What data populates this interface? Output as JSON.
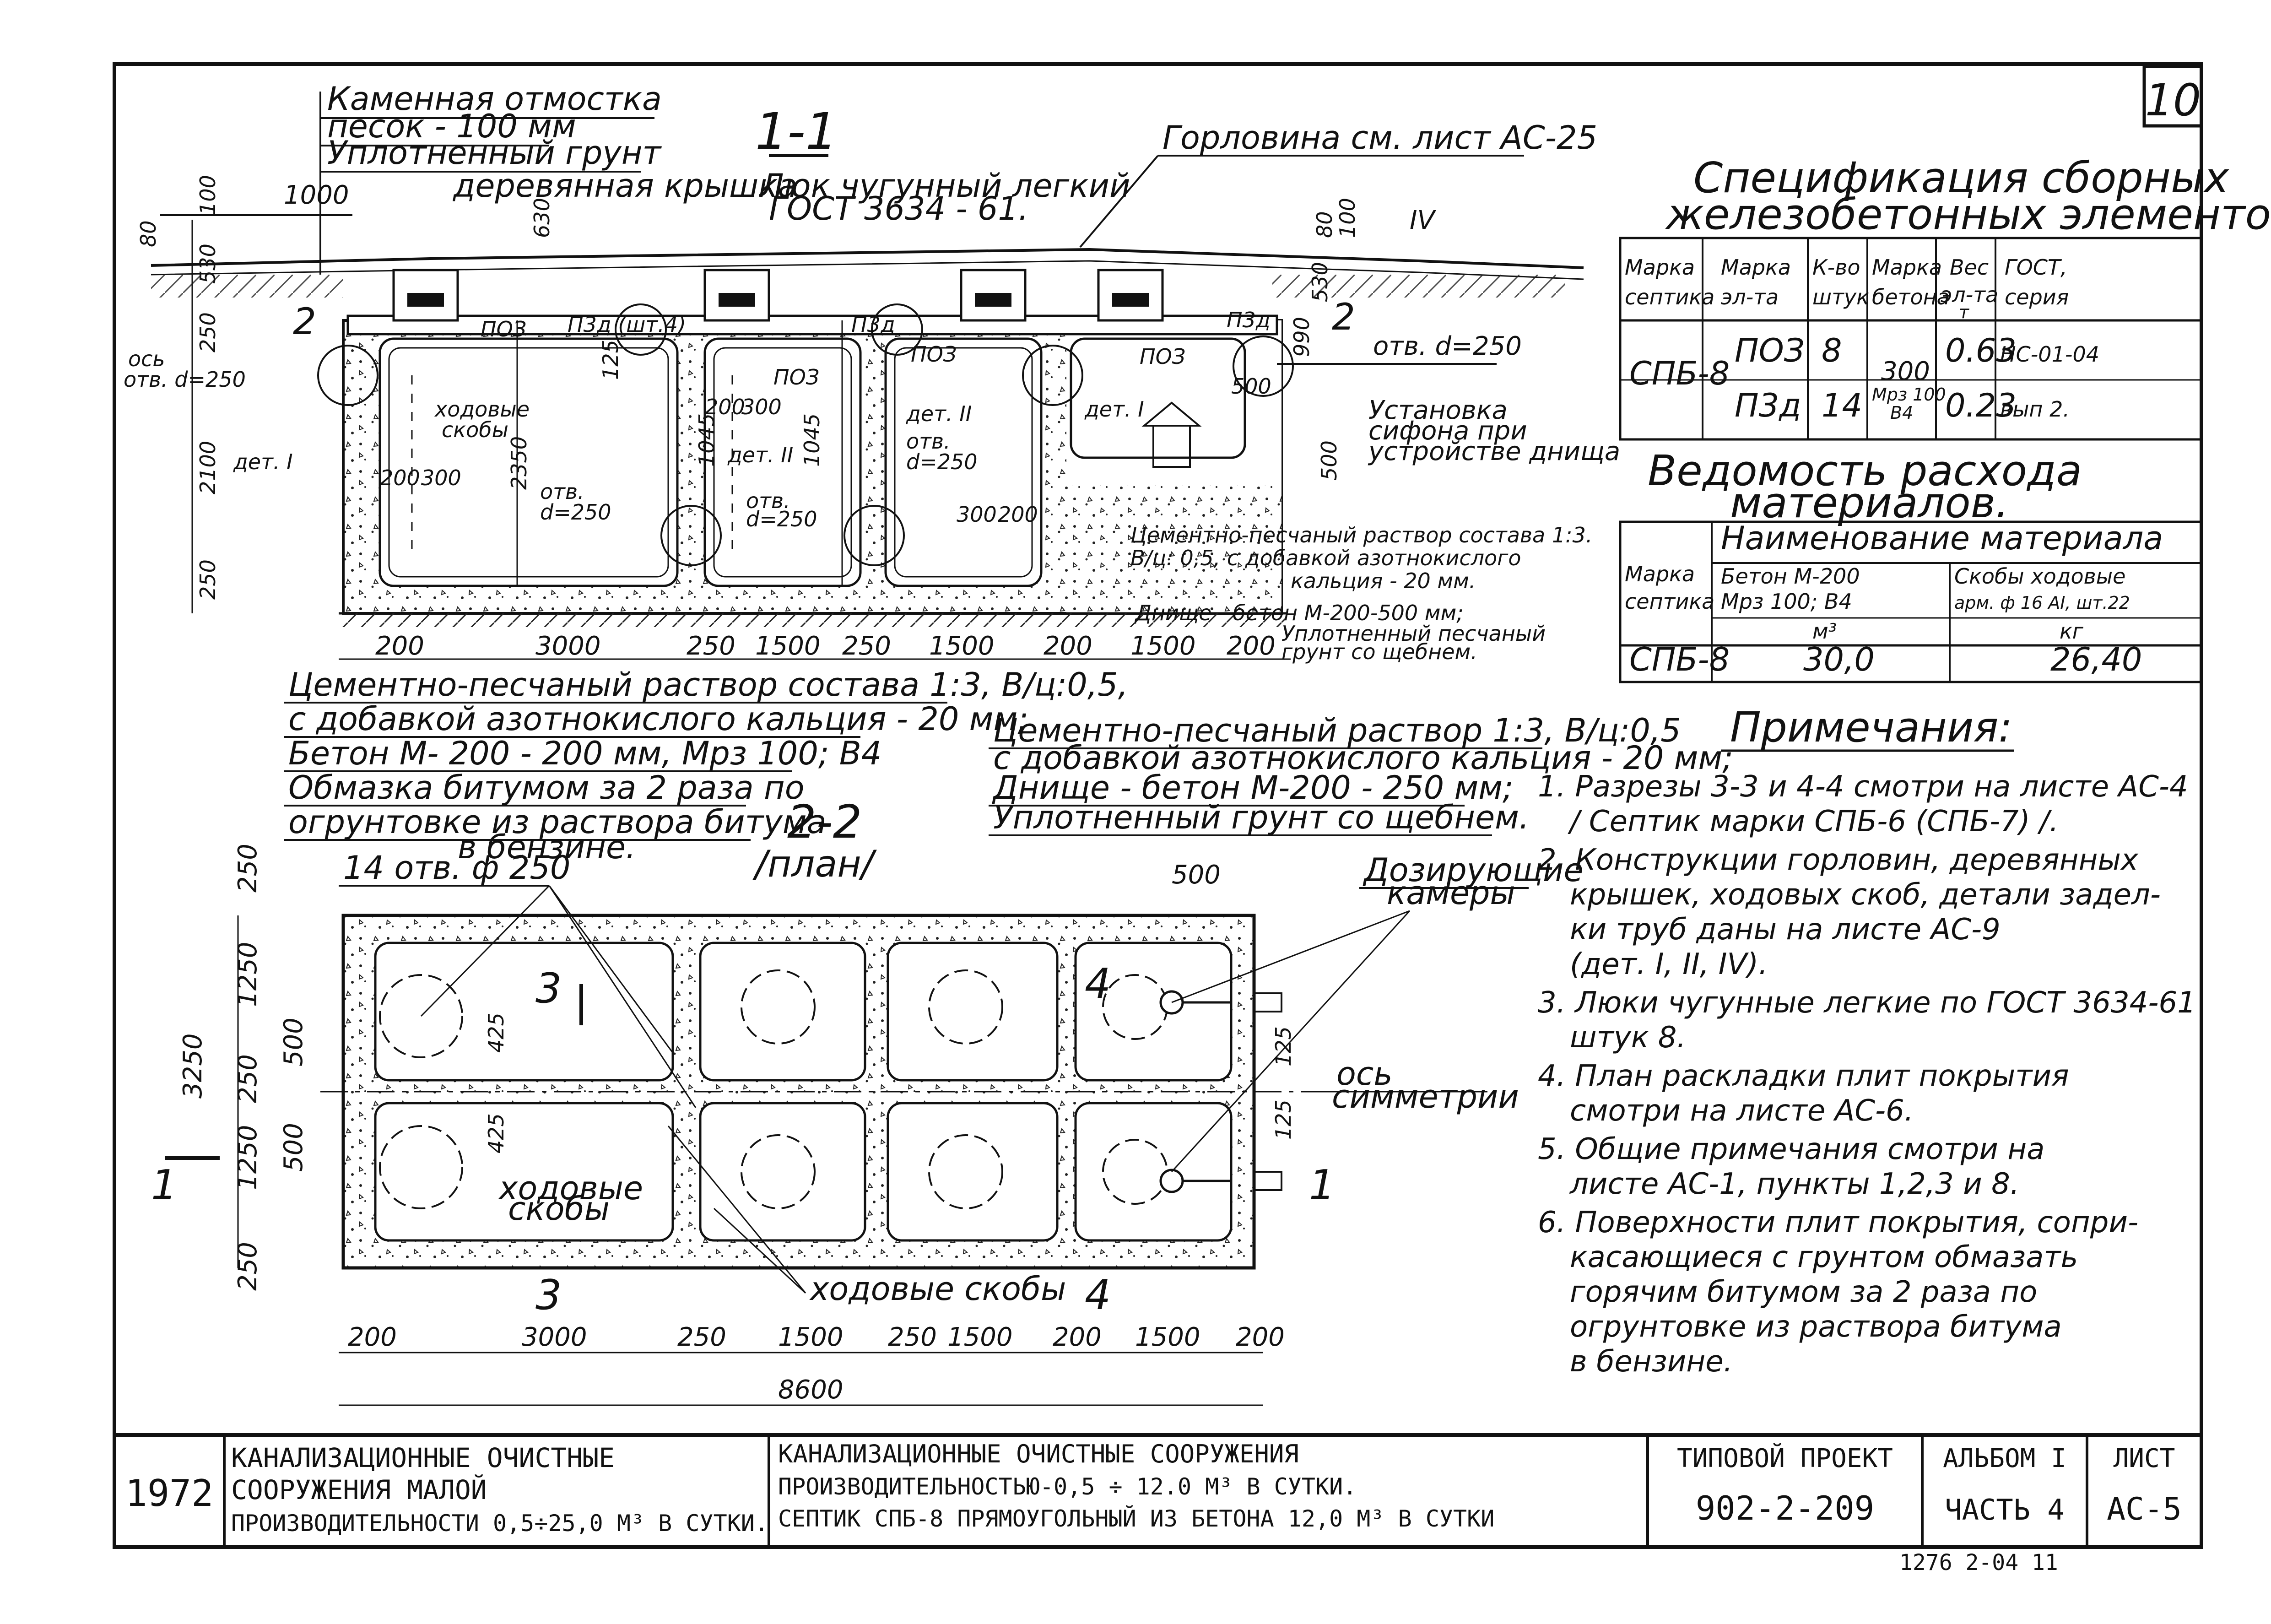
{
  "sheet": {
    "number": "10",
    "section_1_1": "1-1",
    "section_2_2": "2-2",
    "section_2_2_sub": "/план/",
    "section_markers": [
      "1",
      "2",
      "3",
      "4",
      "IV"
    ]
  },
  "top_labels": {
    "otmostka": "Каменная отмостка",
    "pesok": "песок - 100 мм",
    "grunt": "Уплотненный грунт",
    "kryshka": "деревянная крышка",
    "lyuk": "Люк чугунный легкий",
    "lyuk_gost": "ГОСТ 3634 - 61.",
    "gorlovina": "Горловина см. лист АС-25"
  },
  "section_labels": {
    "os_otv": "ось\nотв. d=250",
    "det1": "дет. I",
    "det2": "дет. II",
    "poz": "ПОЗ",
    "p3d_sht": "П3д (шт.4)",
    "p3d": "П3д",
    "hodovye": "ходовые\nскобы",
    "otv_d250": "отв. d=250",
    "otv": "отв.",
    "d250": "d=250",
    "ustanovka": "Установка\nсифона при\nустройстве днища"
  },
  "dims_section": {
    "d1000": "1000",
    "d80": "80",
    "d100": "100",
    "d630": "630",
    "d530": "530",
    "d250": "250",
    "d2100": "2100",
    "d2350": "2350",
    "d1045": "1045",
    "d125": "125",
    "d200": "200",
    "d300": "300",
    "d990": "990",
    "d500": "500",
    "d3000": "3000",
    "d1500": "1500"
  },
  "notes_section": {
    "n1": "Цементно-песчаный раствор состава 1:3.",
    "n1b": "В/ц: 0,5, с добавкой азотнокислого",
    "n1c": "кальция - 20 мм.",
    "n2": "Днище - бетон М-200-500 мм;",
    "n3": "Уплотненный песчаный",
    "n3b": "грунт со щебнем.",
    "left1": "Цементно-песчаный раствор состава 1:3, В/ц:0,5,",
    "left2": "с добавкой азотнокислого кальция - 20 мм;",
    "left3": "Бетон М- 200 - 200 мм, Мрз 100; В4",
    "left4": "Обмазка битумом за 2 раза по",
    "left5": "огрунтовке из раствора битума",
    "left6": "в бензине.",
    "mid1": "Цементно-песчаный раствор 1:3, В/ц:0,5",
    "mid2": "с добавкой азотнокислого кальция - 20 мм;",
    "mid3": "Днище - бетон М-200 - 250 мм;",
    "mid4": "Уплотненный грунт со щебнем."
  },
  "plan": {
    "holes": "14 отв. ф 250",
    "dozir": "Дозирующие\nкамеры",
    "os_symm": "ось\nсимметрии",
    "hodovye": "ходовые\nскобы",
    "hodovye2": "ходовые скобы",
    "d250": "250",
    "d1250": "1250",
    "d500": "500",
    "d3250": "3250",
    "d425": "425",
    "d125": "125",
    "d200": "200",
    "d3000": "3000",
    "d1500": "1500",
    "d8600": "8600"
  },
  "spec_table": {
    "title": "Спецификация сборных\nжелезобетонных элементов.",
    "headers": [
      "Марка\nсептика",
      "Марка\nэл-та",
      "К-во\nштук",
      "Марка\nбетона",
      "Вес\nэл-та\nт",
      "ГОСТ,\nсерия"
    ],
    "row_mark": "СПБ-8",
    "rows": [
      [
        "ПОЗ",
        "8",
        "0.63",
        "НС-01-04"
      ],
      [
        "П3д",
        "14",
        "0.23",
        "вып 2."
      ]
    ],
    "concrete": "300\nМрз 100\nВ4"
  },
  "material_table": {
    "title": "Ведомость расхода\nматериалов.",
    "h_mark": "Марка\nсептика",
    "h_name": "Наименование материала",
    "h_beton": "Бетон М-200\nМрз 100; В4",
    "h_beton_unit": "м³",
    "h_skoby": "Скобы ходовые\nарм. ф 16 АI, шт.22",
    "h_skoby_unit": "кг",
    "row": [
      "СПБ-8",
      "30,0",
      "26,40"
    ]
  },
  "notes": {
    "title": "Примечания:",
    "items": [
      "1. Разрезы 3-3 и 4-4 смотри на листе АС-4\n/ Септик марки СПБ-6 (СПБ-7) /.",
      "2. Конструкции горловин, деревянных\nкрышек, ходовых скоб, детали задел-\nки труб даны на листе АС-9\n(дет. I, II, IV).",
      "3. Люки чугунные легкие по ГОСТ 3634-61\nштук 8.",
      "4. План раскладки плит покрытия\nсмотри на листе АС-6.",
      "5. Общие примечания смотри на\nлисте АС-1, пункты 1,2,3 и 8.",
      "6. Поверхности плит покрытия, сопри-\nкасающиеся с грунтом обмазать\nгорячим битумом за 2 раза по\nогрунтовке из раствора битума\nв бензине."
    ]
  },
  "title_block": {
    "year": "1972",
    "name1": "КАНАЛИЗАЦИОННЫЕ ОЧИСТНЫЕ\nСООРУЖЕНИЯ МАЛОЙ\nПРОИЗВОДИТЕЛЬНОСТИ 0,5÷25,0 М³ В СУТКИ.",
    "name2": "КАНАЛИЗАЦИОННЫЕ ОЧИСТНЫЕ СООРУЖЕНИЯ\nПРОИЗВОДИТЕЛЬНОСТЬЮ-0,5 ÷ 12.0 М³ В СУТКИ.\nСЕПТИК СПБ-8 ПРЯМОУГОЛЬНЫЙ ИЗ БЕТОНА 12,0 М³ В СУТКИ",
    "project_label": "ТИПОВОЙ ПРОЕКТ",
    "project_value": "902-2-209",
    "album_label": "АЛЬБОМ I",
    "album_value": "ЧАСТЬ 4",
    "sheet_label": "ЛИСТ",
    "sheet_value": "АС-5",
    "bottom_code": "1276 2-04  11"
  }
}
